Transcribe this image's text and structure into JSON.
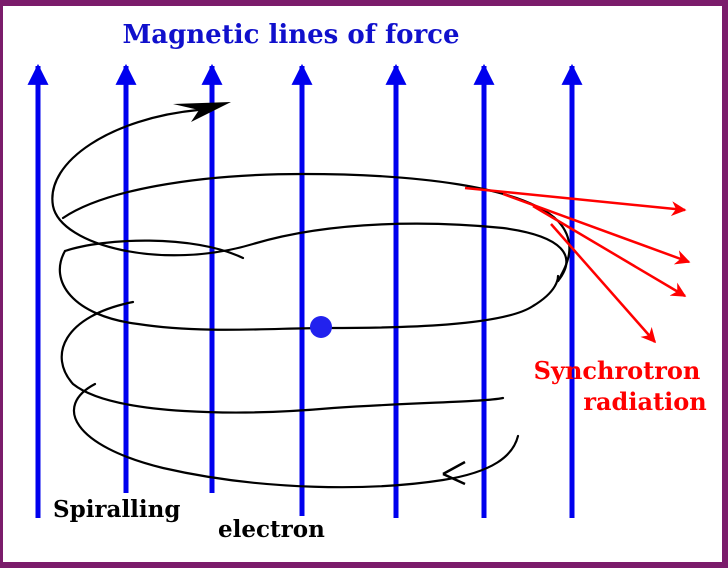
{
  "title": "Magnetic lines of force",
  "labels": {
    "radiation_line1": "Synchrotron",
    "radiation_line2": "radiation",
    "electron_line1": "Spiralling",
    "electron_line2": "electron"
  },
  "colors": {
    "frame": "#7b1c6b",
    "field_lines": "#0000ee",
    "radiation": "#ff0000",
    "spiral": "#000000",
    "electron_dot": "#2222ee",
    "title": "#1010cc"
  },
  "field_line_count": 7
}
